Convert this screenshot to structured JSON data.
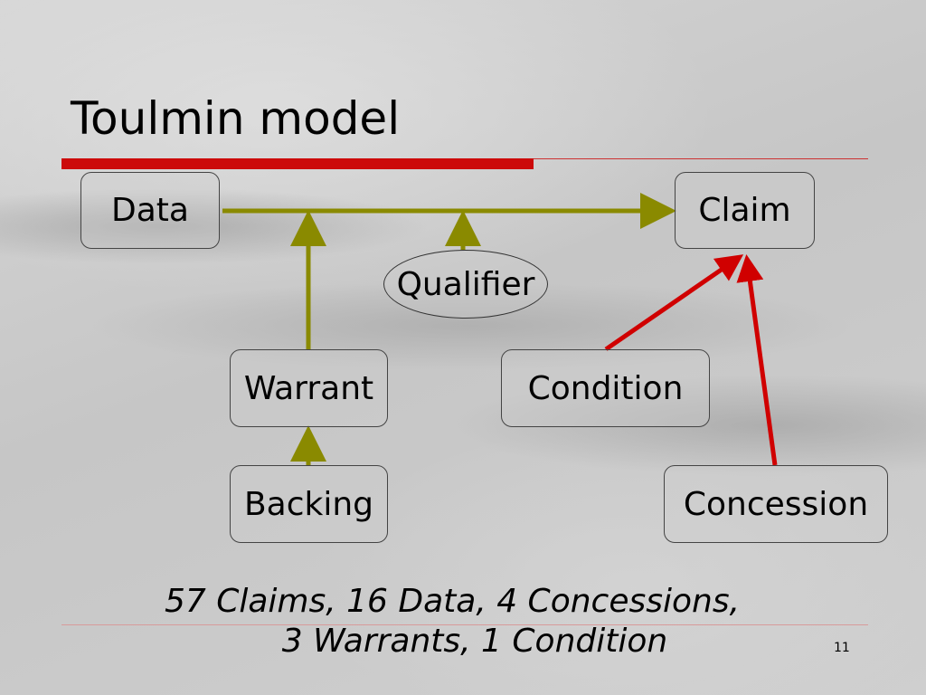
{
  "slide": {
    "title": "Toulmin model",
    "page_number": "11",
    "summary_line1": "57 Claims, 16 Data, 4 Concessions,",
    "summary_line2": "3 Warrants, 1 Condition"
  },
  "diagram": {
    "nodes": {
      "data": "Data",
      "claim": "Claim",
      "qualifier": "Qualifier",
      "warrant": "Warrant",
      "condition": "Condition",
      "backing": "Backing",
      "concession": "Concession"
    },
    "colors": {
      "support_arrow": "#8a8a00",
      "rebuttal_arrow": "#d00000",
      "title_rule": "#cc0a0a"
    }
  }
}
